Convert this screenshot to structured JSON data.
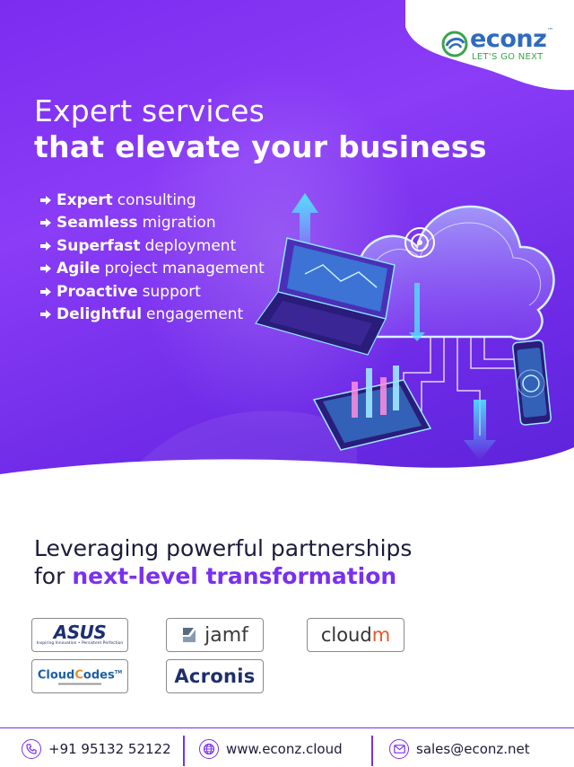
{
  "brand": {
    "name": "econz",
    "trademark": "™",
    "tagline": "LET'S GO NEXT",
    "accent": "#7a2ff0",
    "logo_blue": "#2f6bbd",
    "logo_green": "#3aa54a"
  },
  "hero": {
    "headline_line1": "Expert services",
    "headline_line2": "that elevate your business",
    "features": [
      {
        "bold": "Expert",
        "rest": "consulting"
      },
      {
        "bold": "Seamless",
        "rest": "migration"
      },
      {
        "bold": "Superfast",
        "rest": "deployment"
      },
      {
        "bold": "Agile",
        "rest": "project management"
      },
      {
        "bold": "Proactive",
        "rest": "support"
      },
      {
        "bold": "Delightful",
        "rest": "engagement"
      }
    ],
    "arrow_icon": "arrow-right-icon"
  },
  "partners": {
    "title_line1": "Leveraging powerful partnerships",
    "title_line2_prefix": "for ",
    "title_line2_highlight": "next-level transformation",
    "logos": {
      "asus": "ASUS",
      "asus_tagline": "Inspiring Innovation • Persistent Perfection",
      "jamf": "jamf",
      "cloudm_prefix": "cloud",
      "cloudm_suffix": "m",
      "cloudcodes_prefix": "Cloud",
      "cloudcodes_o": "C",
      "cloudcodes_rest": "odes",
      "cloudcodes_tm": "TM",
      "acronis": "Acronis"
    }
  },
  "footer": {
    "phone": "+91 95132 52122",
    "website": "www.econz.cloud",
    "email": "sales@econz.net"
  }
}
